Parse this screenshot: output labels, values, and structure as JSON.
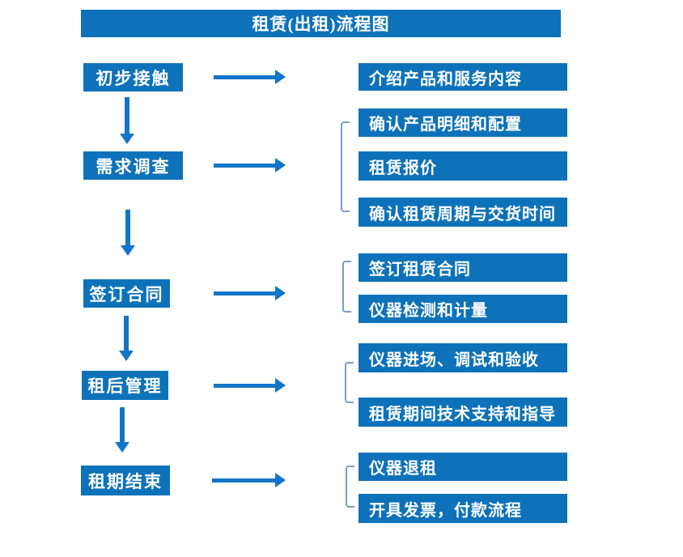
{
  "title": "租赁(出租)流程图",
  "colors": {
    "box_blue": "#0d72ba",
    "arrow_blue": "#1375c8",
    "bracket_blue": "#7c9cc9",
    "text_white": "#ffffff"
  },
  "flow": {
    "steps": [
      {
        "label": "初步接触",
        "outputs": [
          "介绍产品和服务内容"
        ]
      },
      {
        "label": "需求调查",
        "outputs": [
          "确认产品明细和配置",
          "租赁报价",
          "确认租赁周期与交货时间"
        ]
      },
      {
        "label": "签订合同",
        "outputs": [
          "签订租赁合同",
          "仪器检测和计量"
        ]
      },
      {
        "label": "租后管理",
        "outputs": [
          "仪器进场、调试和验收",
          "租赁期间技术支持和指导"
        ]
      },
      {
        "label": "租期结束",
        "outputs": [
          "仪器退租",
          "开具发票，付款流程"
        ]
      }
    ]
  }
}
